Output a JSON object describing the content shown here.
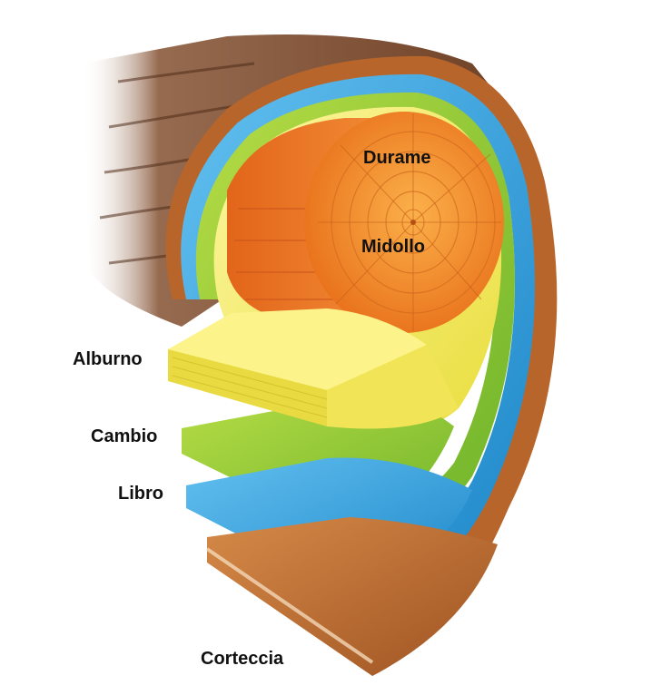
{
  "diagram": {
    "layers": [
      {
        "id": "durame",
        "label": "Durame",
        "color": "#F08A1E"
      },
      {
        "id": "midollo",
        "label": "Midollo",
        "color": "#F6A33A"
      },
      {
        "id": "alburno",
        "label": "Alburno",
        "color": "#F3EC62"
      },
      {
        "id": "cambio",
        "label": "Cambio",
        "color": "#8FCB2E"
      },
      {
        "id": "libro",
        "label": "Libro",
        "color": "#2E9BD8"
      },
      {
        "id": "corteccia",
        "label": "Corteccia",
        "color": "#B8652C"
      }
    ],
    "bark_color": "#7A4A2E"
  }
}
